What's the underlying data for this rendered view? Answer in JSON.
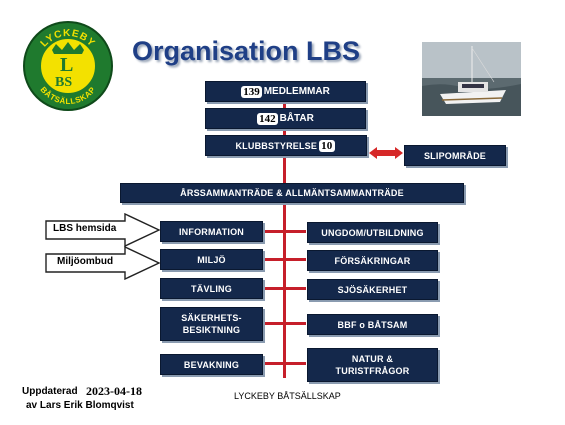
{
  "logo": {
    "top_text": "LYCKEBY",
    "center_letter": "L",
    "center_text": "BS",
    "bottom_text": "BÅTSÄLLSKAP"
  },
  "title": "Organisation LBS",
  "top": {
    "members_count": "139",
    "members_label": "MEDLEMMAR",
    "boats_count": "142",
    "boats_label": "BÅTAR",
    "board_label": "KLUBBSTYRELSE",
    "board_count": "10",
    "slip_label": "SLIPOMRÅDE"
  },
  "annual_meeting": "ÅRSSAMMANTRÄDE & ALLMÄNTSAMMANTRÄDE",
  "left_column": [
    "INFORMATION",
    "MILJÖ",
    "TÄVLING",
    "SÄKERHETS-",
    "BESIKTNING",
    "BEVAKNING"
  ],
  "right_column": [
    "UNGDOM/UTBILDNING",
    "FÖRSÄKRINGAR",
    "SJÖSÄKERHET",
    "BBF o BÅTSAM",
    "NATUR &",
    "TURISTFRÅGOR"
  ],
  "arrows": {
    "lbs_hemsida": "LBS hemsida",
    "miljoombud": "Miljöombud"
  },
  "footer": {
    "updated_label": "Uppdaterad",
    "updated_date": "2023-04-18",
    "by_label": "av Lars Erik Blomqvist",
    "org": "LYCKEBY BÅTSÄLLSKAP"
  },
  "colors": {
    "box": "#14284b",
    "line": "#c61f2a",
    "title": "#1f3f86",
    "logo_green": "#1f7a2e",
    "logo_yellow": "#f3e100"
  }
}
